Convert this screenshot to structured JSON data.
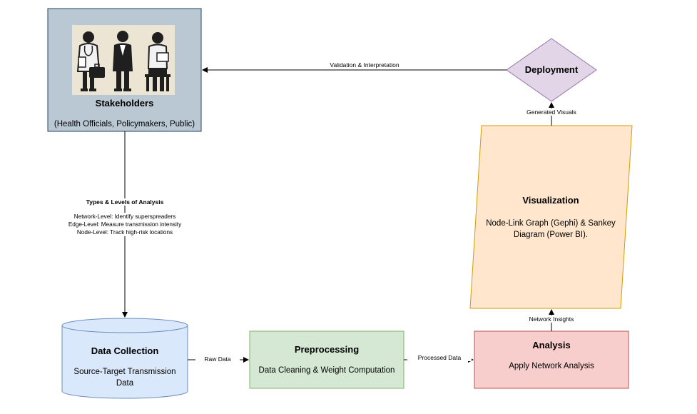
{
  "nodes": {
    "stakeholders": {
      "title": "Stakeholders",
      "subtitle": "(Health Officials, Policymakers, Public)"
    },
    "deployment": {
      "title": "Deployment"
    },
    "visualization": {
      "title": "Visualization",
      "body_line1": "Node-Link Graph (Gephi) & Sankey",
      "body_line2": "Diagram (Power BI)."
    },
    "data_collection": {
      "title": "Data Collection",
      "body_line1": "Source-Target Transmission",
      "body_line2": "Data"
    },
    "preprocessing": {
      "title": "Preprocessing",
      "body": "Data Cleaning & Weight Computation"
    },
    "analysis": {
      "title": "Analysis",
      "body": "Apply Network Analysis"
    }
  },
  "edges": {
    "validation": "Validation & Interpretation",
    "generated_visuals": "Generated Visuals",
    "network_insights": "Network Insights",
    "raw_data": "Raw Data",
    "processed_data": "Processed Data"
  },
  "analysis_types": {
    "heading": "Types & Levels of Analysis",
    "items": [
      "Network-Level: Identify superspreaders",
      "Edge-Level: Measure transmission intensity",
      "Node-Level: Track high-risk locations"
    ]
  },
  "colors": {
    "stakeholders_fill": "#bac8d3",
    "stakeholders_stroke": "#23445d",
    "deployment_fill": "#e1d5e7",
    "deployment_stroke": "#9673a6",
    "visualization_fill": "#ffe6cc",
    "visualization_stroke": "#d79b00",
    "data_collection_fill": "#dae8fc",
    "data_collection_stroke": "#6c8ebf",
    "preprocessing_fill": "#d5e8d4",
    "preprocessing_stroke": "#82b366",
    "analysis_fill": "#f8cecc",
    "analysis_stroke": "#b85450"
  },
  "icons": [
    "stakeholders-illustration"
  ]
}
